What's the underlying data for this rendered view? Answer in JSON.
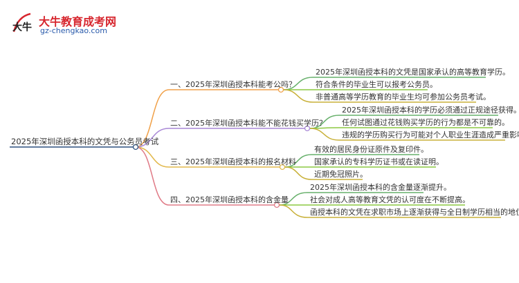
{
  "logo": {
    "title": "大牛教育成考网",
    "url": "gz-chengkao.com",
    "mark_text": "大牛"
  },
  "colors": {
    "root_line": "#2b4f7e",
    "branches": [
      "#f0a048",
      "#a887d6",
      "#e2b84c",
      "#e07b87"
    ],
    "leaves": [
      "#67b06b",
      "#8cc840",
      "#c8b038"
    ],
    "brand_red": "#d7262e",
    "brand_blue": "#2a5bab"
  },
  "mindmap": {
    "root": "2025年深圳函授本科的文凭与公务员考试",
    "branches": [
      {
        "label": "一、2025年深圳函授本科能考公吗？",
        "leaves": [
          "2025年深圳函授本科的文凭是国家承认的高等教育学历。",
          "符合条件的毕业生可以报考公务员。",
          "非普通高等学历教育的毕业生均可参加公务员考试。"
        ]
      },
      {
        "label": "二、2025年深圳函授本科能不能花钱买学历？",
        "leaves": [
          "2025年深圳函授本科的学历必须通过正规途径获得。",
          "任何试图通过花钱购买学历的行为都是不可靠的。",
          "违规的学历购买行为可能对个人职业生涯造成严重影响。"
        ]
      },
      {
        "label": "三、2025年深圳函授本科的报名材料",
        "leaves": [
          "有效的居民身份证原件及复印件。",
          "国家承认的专科学历证书或在读证明。",
          "近期免冠照片。"
        ]
      },
      {
        "label": "四、2025年深圳函授本科的含金量",
        "leaves": [
          "2025年深圳函授本科的含金量逐渐提升。",
          "社会对成人高等教育文凭的认可度在不断提高。",
          "函授本科的文凭在求职市场上逐渐获得与全日制学历相当的地位。"
        ]
      }
    ]
  }
}
